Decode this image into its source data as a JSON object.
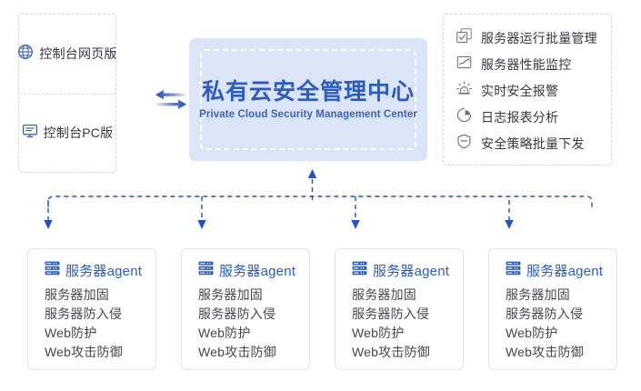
{
  "console_panel": {
    "items": [
      {
        "label": "控制台网页版",
        "icon": "globe-icon"
      },
      {
        "label": "控制台PC版",
        "icon": "monitor-icon"
      }
    ]
  },
  "exchange": {
    "icon": "bidirectional-arrow-icon",
    "left_arrow": "arrow-left-icon",
    "right_arrow": "arrow-right-icon"
  },
  "hub": {
    "title_cn": "私有云安全管理中心",
    "title_en": "Private Cloud Security Management Center"
  },
  "feature_panel": {
    "items": [
      {
        "label": "服务器运行批量管理",
        "icon": "checkbox-stack-icon"
      },
      {
        "label": "服务器性能监控",
        "icon": "trend-chart-icon"
      },
      {
        "label": "实时安全报警",
        "icon": "alarm-light-icon"
      },
      {
        "label": "日志报表分析",
        "icon": "pie-chart-icon"
      },
      {
        "label": "安全策略批量下发",
        "icon": "shield-icon"
      }
    ]
  },
  "agents": [
    {
      "title": "服务器agent",
      "icon": "server-rack-icon",
      "items": [
        "服务器加固",
        "服务器防入侵",
        "Web防护",
        "Web攻击防御"
      ]
    },
    {
      "title": "服务器agent",
      "icon": "server-rack-icon",
      "items": [
        "服务器加固",
        "服务器防入侵",
        "Web防护",
        "Web攻击防御"
      ]
    },
    {
      "title": "服务器agent",
      "icon": "server-rack-icon",
      "items": [
        "服务器加固",
        "服务器防入侵",
        "Web防护",
        "Web攻击防御"
      ]
    },
    {
      "title": "服务器agent",
      "icon": "server-rack-icon",
      "items": [
        "服务器加固",
        "服务器防入侵",
        "Web防护",
        "Web攻击防御"
      ]
    }
  ],
  "colors": {
    "accent_blue": "#2b5cc5",
    "hub_background": "#dce5f8",
    "connector_blue": "#1f52c8",
    "panel_border": "#d2d4d8",
    "card_border": "#e2e4e7",
    "text_dark": "#333840"
  }
}
